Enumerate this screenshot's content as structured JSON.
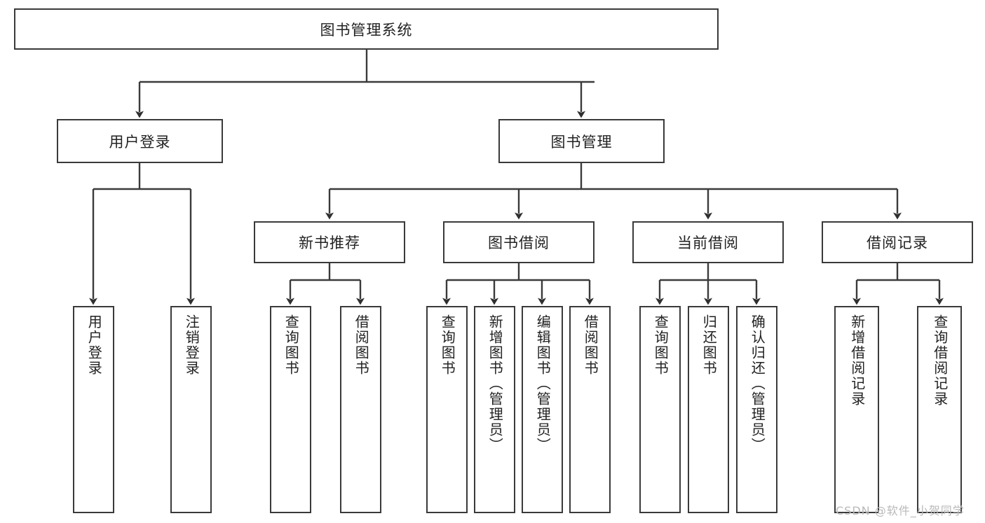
{
  "diagram": {
    "title_node": {
      "label": "图书管理系统"
    },
    "level2": [
      {
        "id": "user-login",
        "label": "用户登录"
      },
      {
        "id": "book-manage",
        "label": "图书管理"
      }
    ],
    "level3": [
      {
        "id": "new-book-recommend",
        "label": "新书推荐"
      },
      {
        "id": "book-borrow",
        "label": "图书借阅"
      },
      {
        "id": "current-borrow",
        "label": "当前借阅"
      },
      {
        "id": "borrow-record",
        "label": "借阅记录"
      }
    ],
    "leaves": {
      "user_login": [
        {
          "id": "leaf-user-login",
          "label": "用户登录"
        },
        {
          "id": "leaf-logout-login",
          "label": "注销登录"
        }
      ],
      "new_book_recommend": [
        {
          "id": "leaf-query-book-1",
          "label": "查询图书"
        },
        {
          "id": "leaf-borrow-book-1",
          "label": "借阅图书"
        }
      ],
      "book_borrow": [
        {
          "id": "leaf-query-book-2",
          "label": "查询图书"
        },
        {
          "id": "leaf-add-book",
          "label": "新增图书（管理员）"
        },
        {
          "id": "leaf-edit-book",
          "label": "编辑图书（管理员）"
        },
        {
          "id": "leaf-borrow-book-2",
          "label": "借阅图书"
        }
      ],
      "current_borrow": [
        {
          "id": "leaf-query-book-3",
          "label": "查询图书"
        },
        {
          "id": "leaf-return-book",
          "label": "归还图书"
        },
        {
          "id": "leaf-confirm-return",
          "label": "确认归还（管理员）"
        }
      ],
      "borrow_record": [
        {
          "id": "leaf-add-record",
          "label": "新增借阅记录"
        },
        {
          "id": "leaf-query-record",
          "label": "查询借阅记录"
        }
      ]
    },
    "watermark": "CSDN @软件_小贺同学",
    "colors": {
      "stroke": "#3a3a3a",
      "fill": "#ffffff",
      "text": "#222222",
      "watermark": "#b9b9b9"
    }
  }
}
